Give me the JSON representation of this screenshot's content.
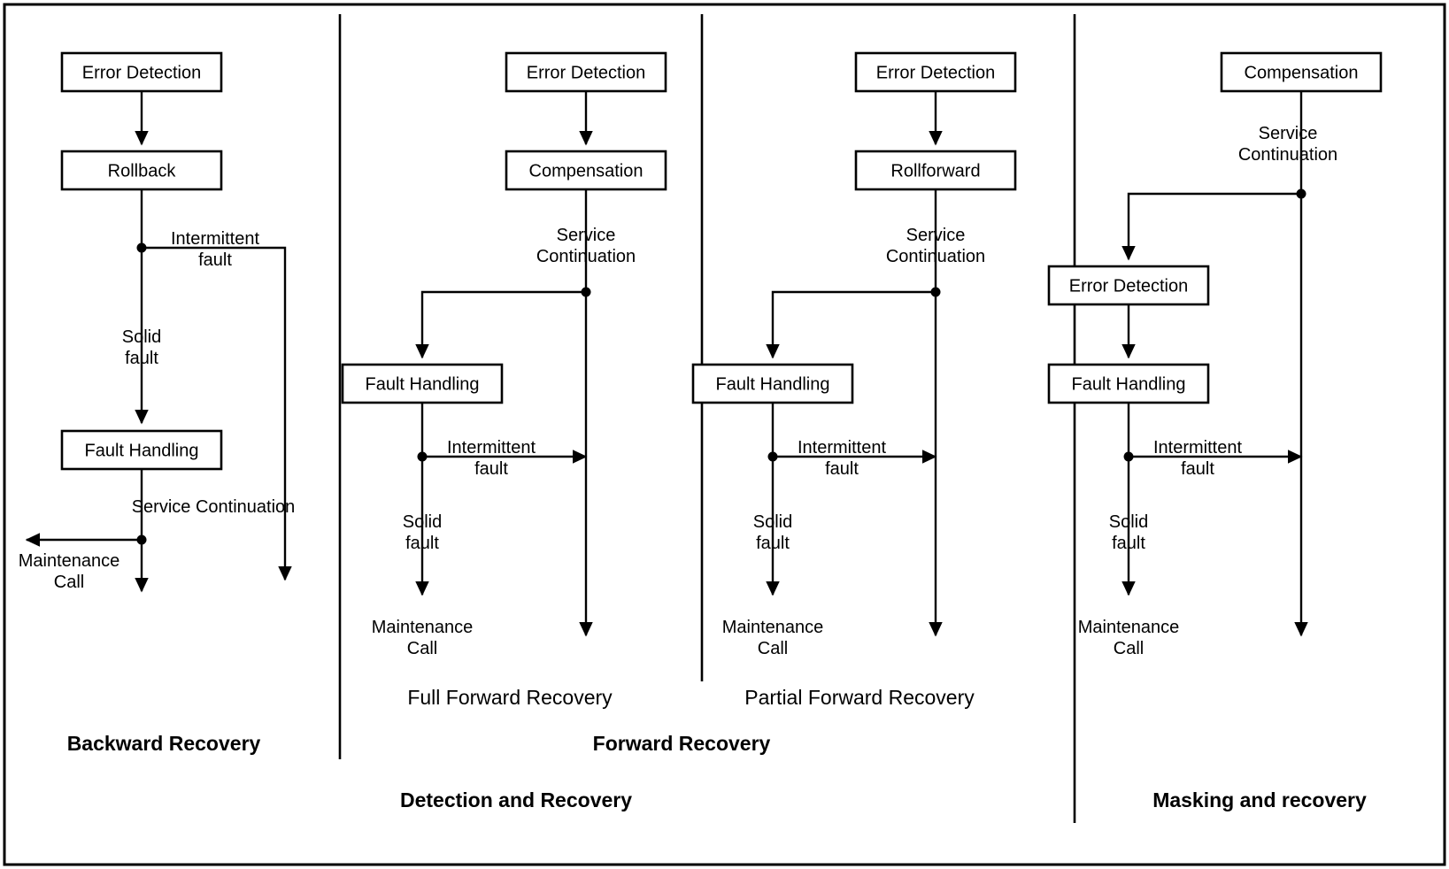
{
  "diagram": {
    "title_captions": {
      "backward_recovery": "Backward Recovery",
      "forward_recovery": "Forward Recovery",
      "detection_and_recovery": "Detection and Recovery",
      "masking_and_recovery": "Masking and recovery",
      "full_forward_recovery": "Full Forward Recovery",
      "partial_forward_recovery": "Partial Forward Recovery"
    },
    "labels": {
      "error_detection": "Error Detection",
      "rollback": "Rollback",
      "rollforward": "Rollforward",
      "compensation": "Compensation",
      "fault_handling": "Fault Handling",
      "intermittent": "Intermittent",
      "fault": "fault",
      "solid": "Solid",
      "service": "Service",
      "continuation": "Continuation",
      "service_continuation_oneline": "Service Continuation",
      "maintenance": "Maintenance",
      "call": "Call"
    },
    "colors": {
      "stroke": "#000000",
      "fill": "#ffffff",
      "background": "#ffffff"
    },
    "panels": [
      {
        "id": "backward-recovery",
        "caption": "Backward Recovery",
        "nodes": [
          "Error Detection",
          "Rollback",
          "Fault Handling"
        ],
        "edge_labels": [
          "Intermittent fault",
          "Solid fault",
          "Service Continuation",
          "Maintenance Call"
        ]
      },
      {
        "id": "full-forward-recovery",
        "caption": "Full Forward Recovery",
        "nodes": [
          "Error Detection",
          "Compensation",
          "Fault Handling"
        ],
        "edge_labels": [
          "Service Continuation",
          "Intermittent fault",
          "Solid fault",
          "Maintenance Call"
        ]
      },
      {
        "id": "partial-forward-recovery",
        "caption": "Partial Forward Recovery",
        "nodes": [
          "Error Detection",
          "Rollforward",
          "Fault Handling"
        ],
        "edge_labels": [
          "Service Continuation",
          "Intermittent fault",
          "Solid fault",
          "Maintenance Call"
        ]
      },
      {
        "id": "masking-and-recovery",
        "caption": "Masking and recovery",
        "nodes": [
          "Compensation",
          "Error Detection",
          "Fault Handling"
        ],
        "edge_labels": [
          "Service Continuation",
          "Intermittent fault",
          "Solid fault",
          "Maintenance Call"
        ]
      }
    ]
  }
}
